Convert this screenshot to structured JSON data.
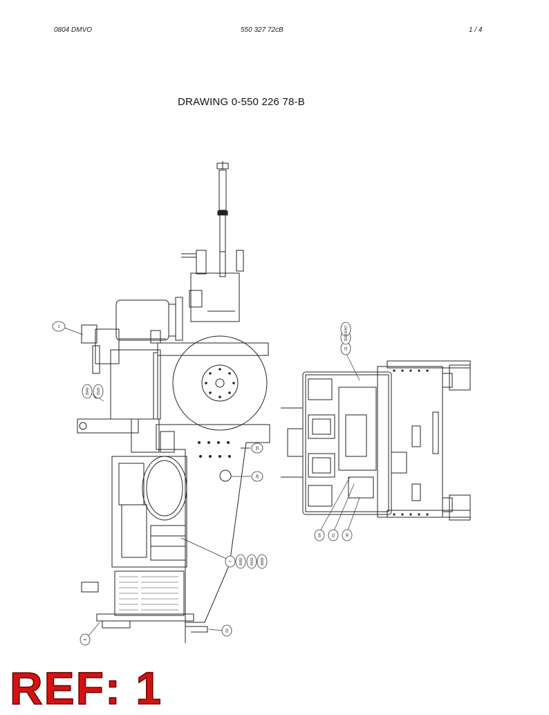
{
  "header": {
    "doc_ref": "0804 DMVO",
    "doc_number": "550 327 72cB",
    "page_indicator": "1 /   4"
  },
  "title": "DRAWING 0-550 226 78-B",
  "callouts": [
    "3",
    "3940",
    "2526",
    "59",
    "28",
    "7",
    "8080",
    "8182",
    "8889",
    "8",
    "63",
    "31",
    "3538",
    "5447",
    "64",
    "61",
    "48"
  ],
  "reference_label": "REF: 1"
}
